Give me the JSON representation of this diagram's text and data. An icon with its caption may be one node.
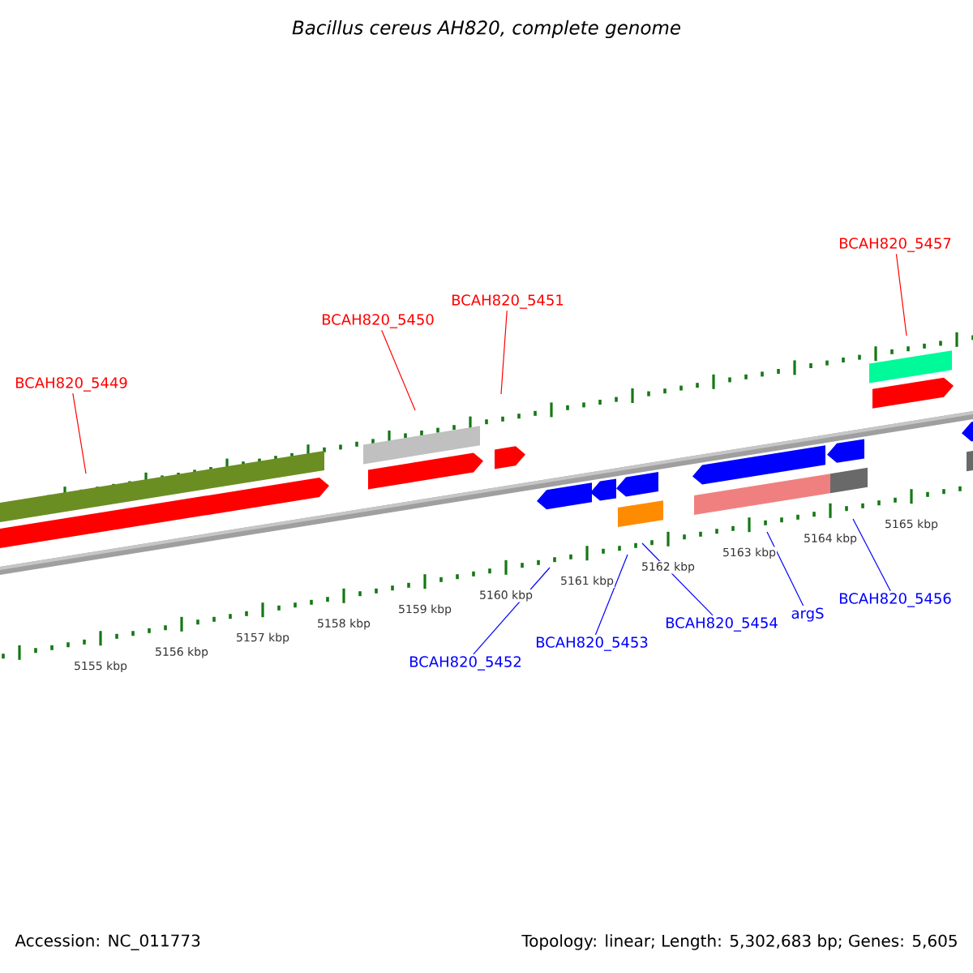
{
  "diagram": {
    "title": "Bacillus cereus AH820, complete genome",
    "nodes": [
      {
        "text": [
          "BCAH820_5449"
        ]
      },
      {
        "text": [
          "BCAH820_5450"
        ]
      },
      {
        "text": [
          "BCAH820_5451"
        ]
      },
      {
        "text": [
          "BCAH820_5457"
        ]
      },
      {
        "text": [
          "BCAH820_5452"
        ]
      },
      {
        "text": [
          "BCAH820_5453"
        ]
      },
      {
        "text": [
          "BCAH820_5454"
        ]
      },
      {
        "text": [
          "argS"
        ]
      },
      {
        "text": [
          "BCAH820_5456"
        ]
      }
    ],
    "edges": [
      {
        "from": 0,
        "to": null,
        "arrow": "none",
        "color": "#ff0000"
      },
      {
        "from": 1,
        "to": null,
        "arrow": "none",
        "color": "#ff0000"
      },
      {
        "from": 2,
        "to": null,
        "arrow": "none",
        "color": "#ff0000"
      },
      {
        "from": 3,
        "to": null,
        "arrow": "none",
        "color": "#ff0000"
      },
      {
        "from": 4,
        "to": null,
        "arrow": "none"
      },
      {
        "from": 5,
        "to": null,
        "arrow": "none"
      },
      {
        "from": 6,
        "to": null,
        "arrow": "none"
      },
      {
        "from": 7,
        "to": null,
        "arrow": "none"
      },
      {
        "from": 8,
        "to": null,
        "arrow": "none"
      }
    ],
    "labels": [
      "5155 kbp",
      "5156 kbp",
      "5157 kbp",
      "5158 kbp",
      "5159 kbp",
      "5160 kbp",
      "5161 kbp",
      "5162 kbp",
      "5163 kbp",
      "5164 kbp",
      "5165 kbp",
      "Accession: NC_011773",
      "Topology: linear; Length: 5,302,683 bp; Genes: 5,605"
    ]
  }
}
